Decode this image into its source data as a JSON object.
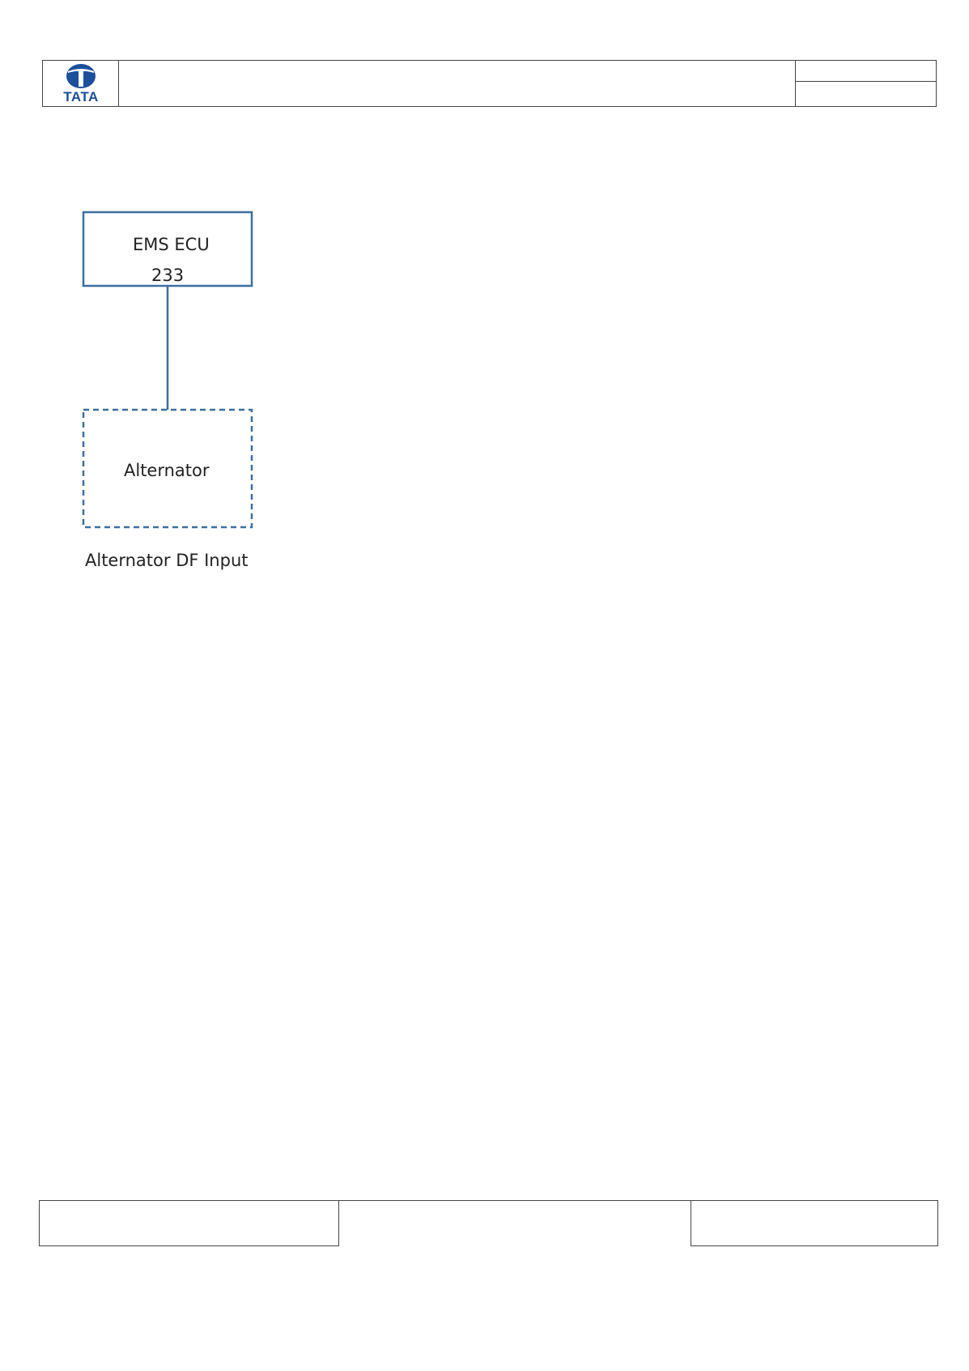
{
  "header": {
    "logo_text": "TATA",
    "brand_color": "#1c4f9c"
  },
  "diagram": {
    "nodes": [
      {
        "id": "ems-ecu",
        "label_line1": "EMS ECU",
        "label_line2": "233",
        "border": "solid"
      },
      {
        "id": "alternator",
        "label": "Alternator",
        "border": "dashed"
      }
    ],
    "edges": [
      {
        "from": "ems-ecu",
        "to": "alternator"
      }
    ],
    "caption": "Alternator DF Input",
    "line_color": "#3d6fa0"
  }
}
